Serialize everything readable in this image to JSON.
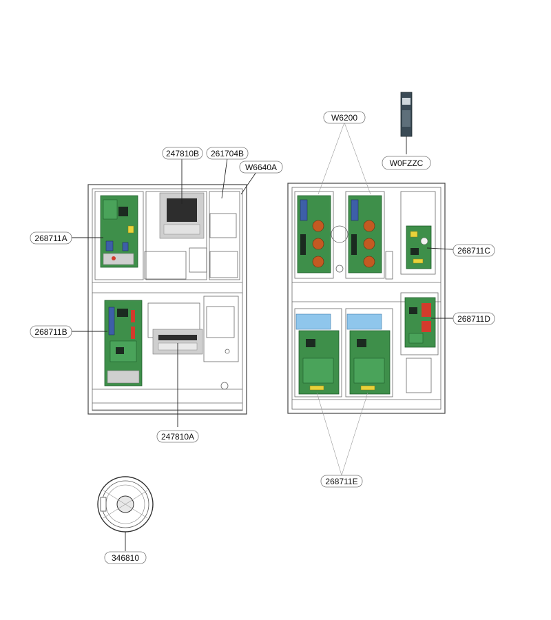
{
  "labels": {
    "l247810B": "247810B",
    "l261704B": "261704B",
    "lW6640A": "W6640A",
    "l268711A": "268711A",
    "l268711B": "268711B",
    "l247810A": "247810A",
    "lW6200": "W6200",
    "lW0FZZC": "W0FZZC",
    "l268711C": "268711C",
    "l268711D": "268711D",
    "l268711E": "268711E",
    "l346810": "346810"
  },
  "colors": {
    "pcb_green": "#3e8f4a",
    "coil_orange": "#c45a22",
    "capacitor_blue": "#3d5fa8",
    "terminal_lightblue": "#8fc6ec"
  }
}
